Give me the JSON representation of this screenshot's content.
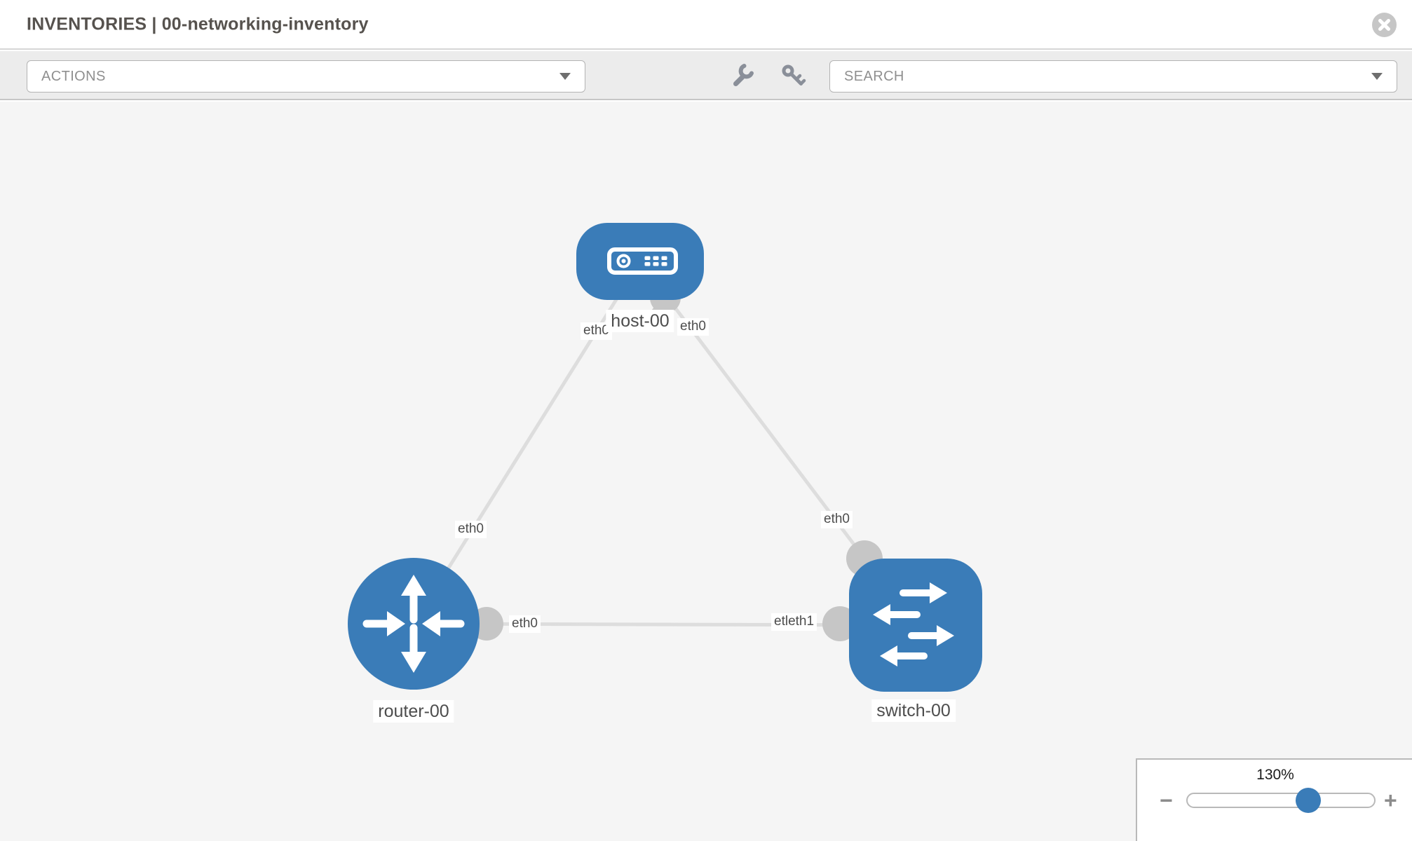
{
  "header": {
    "title": "INVENTORIES | 00-networking-inventory"
  },
  "toolbar": {
    "actions_label": "ACTIONS",
    "search_label": "SEARCH",
    "tool_icons": [
      "wrench",
      "key"
    ]
  },
  "topology": {
    "nodes": [
      {
        "id": "host-00",
        "type": "host",
        "label": "host-00"
      },
      {
        "id": "router-00",
        "type": "router",
        "label": "router-00"
      },
      {
        "id": "switch-00",
        "type": "switch",
        "label": "switch-00"
      }
    ],
    "links": [
      {
        "from": "host-00",
        "to": "router-00",
        "from_label": "eth0",
        "to_label": "eth0"
      },
      {
        "from": "host-00",
        "to": "switch-00",
        "from_label": "eth0",
        "to_label": "eth0"
      },
      {
        "from": "router-00",
        "to": "switch-00",
        "from_label": "eth0",
        "to_label": "etleth1"
      }
    ],
    "labels": {
      "host": "host-00",
      "router": "router-00",
      "switch": "switch-00",
      "host_router_host_if": "eth0",
      "host_router_router_if": "eth0",
      "host_switch_host_if": "eth0",
      "host_switch_switch_if": "eth0",
      "router_switch_router_if": "eth0",
      "router_switch_switch_if": "etleth1"
    }
  },
  "zoom_control": {
    "level": "130%",
    "minus": "−",
    "plus": "+"
  },
  "colors": {
    "node_blue": "#3a7cb8",
    "link_gray": "#dddddd",
    "connector_gray": "#c6c6c6",
    "canvas_bg": "#f5f5f5"
  }
}
